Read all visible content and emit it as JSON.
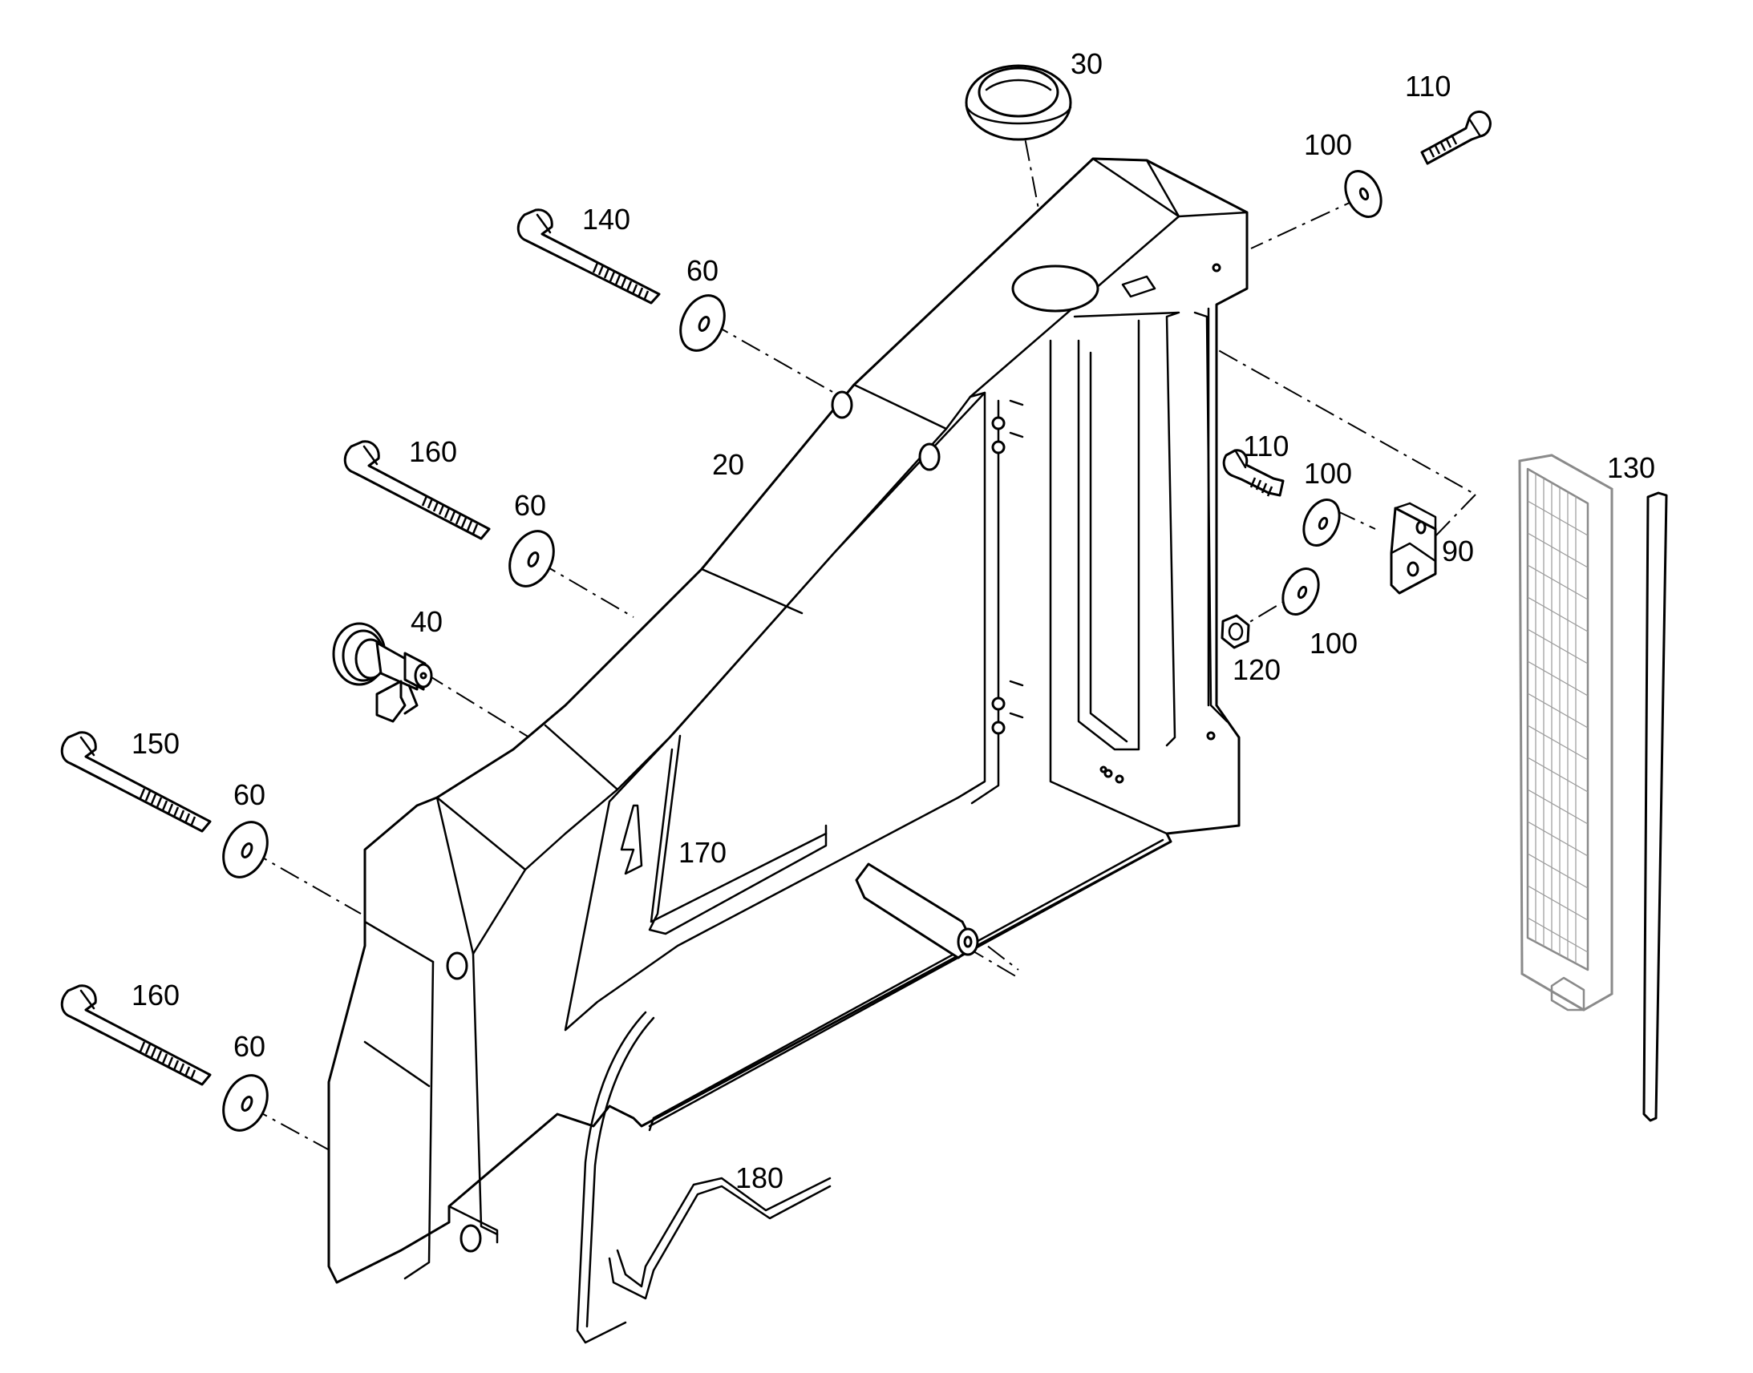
{
  "diagram": {
    "type": "exploded-parts-drawing",
    "colors": {
      "line": "#000000",
      "background": "#ffffff",
      "reflector": "#8a8a8a"
    },
    "callouts": {
      "c20": "20",
      "c30": "30",
      "c40": "40",
      "c60a": "60",
      "c60b": "60",
      "c60c": "60",
      "c60d": "60",
      "c90": "90",
      "c100a": "100",
      "c100b": "100",
      "c100c": "100",
      "c110a": "110",
      "c110b": "110",
      "c120": "120",
      "c130": "130",
      "c140": "140",
      "c150": "150",
      "c160a": "160",
      "c160b": "160",
      "c170": "170",
      "c180": "180"
    }
  }
}
